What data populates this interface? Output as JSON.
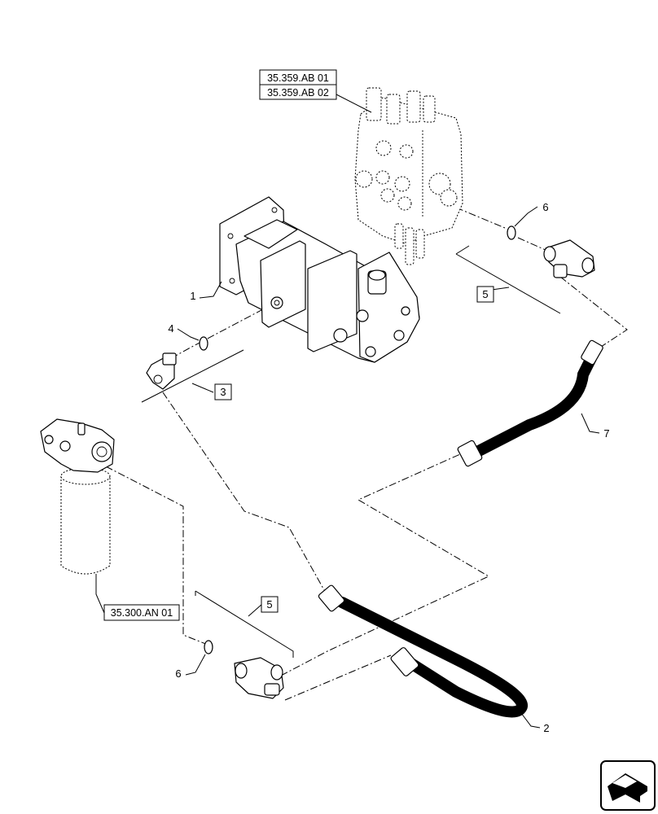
{
  "references": {
    "valve_ref_1": "35.359.AB 01",
    "valve_ref_2": "35.359.AB 02",
    "filter_ref": "35.300.AN 01"
  },
  "callouts": {
    "pump": "1",
    "hose_long": "2",
    "kit_elbow": "3",
    "oring_left": "4",
    "kit_tee_top": "5",
    "kit_tee_bottom": "5",
    "oring_top": "6",
    "oring_bottom": "6",
    "hose_short": "7"
  },
  "icons": {
    "navigation": "next-page-arrow-icon"
  }
}
